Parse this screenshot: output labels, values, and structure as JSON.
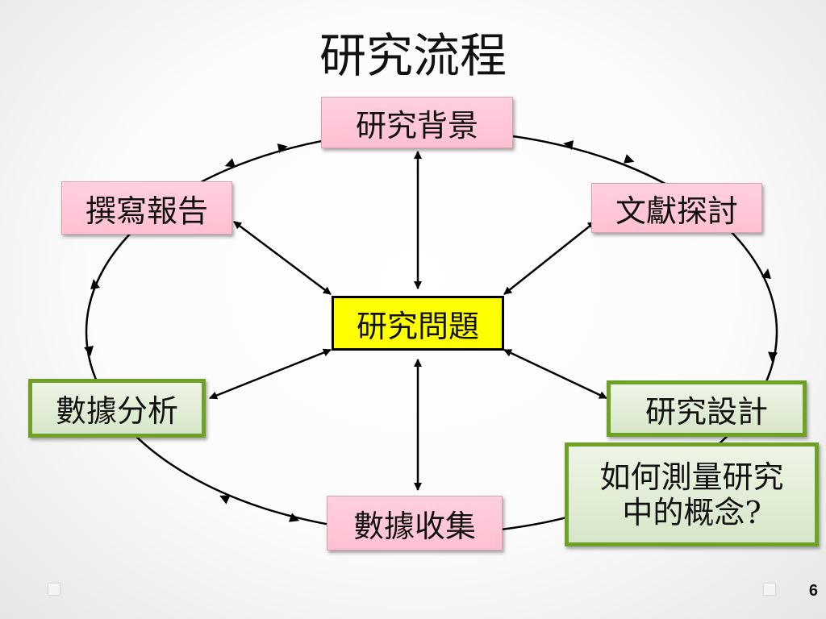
{
  "title": "研究流程",
  "nodes": {
    "background": "研究背景",
    "literature": "文獻探討",
    "problem": "研究問題",
    "design": "研究設計",
    "collection": "數據收集",
    "analysis": "數據分析",
    "report": "撰寫報告"
  },
  "note": {
    "line1": "如何測量研究",
    "line2": "中的概念?"
  },
  "page_number": "6",
  "colors": {
    "pink_box": "#ffc6d6",
    "core_box": "#ffff00",
    "green_border": "#6fa126",
    "green_fill": "#e2eed8"
  }
}
